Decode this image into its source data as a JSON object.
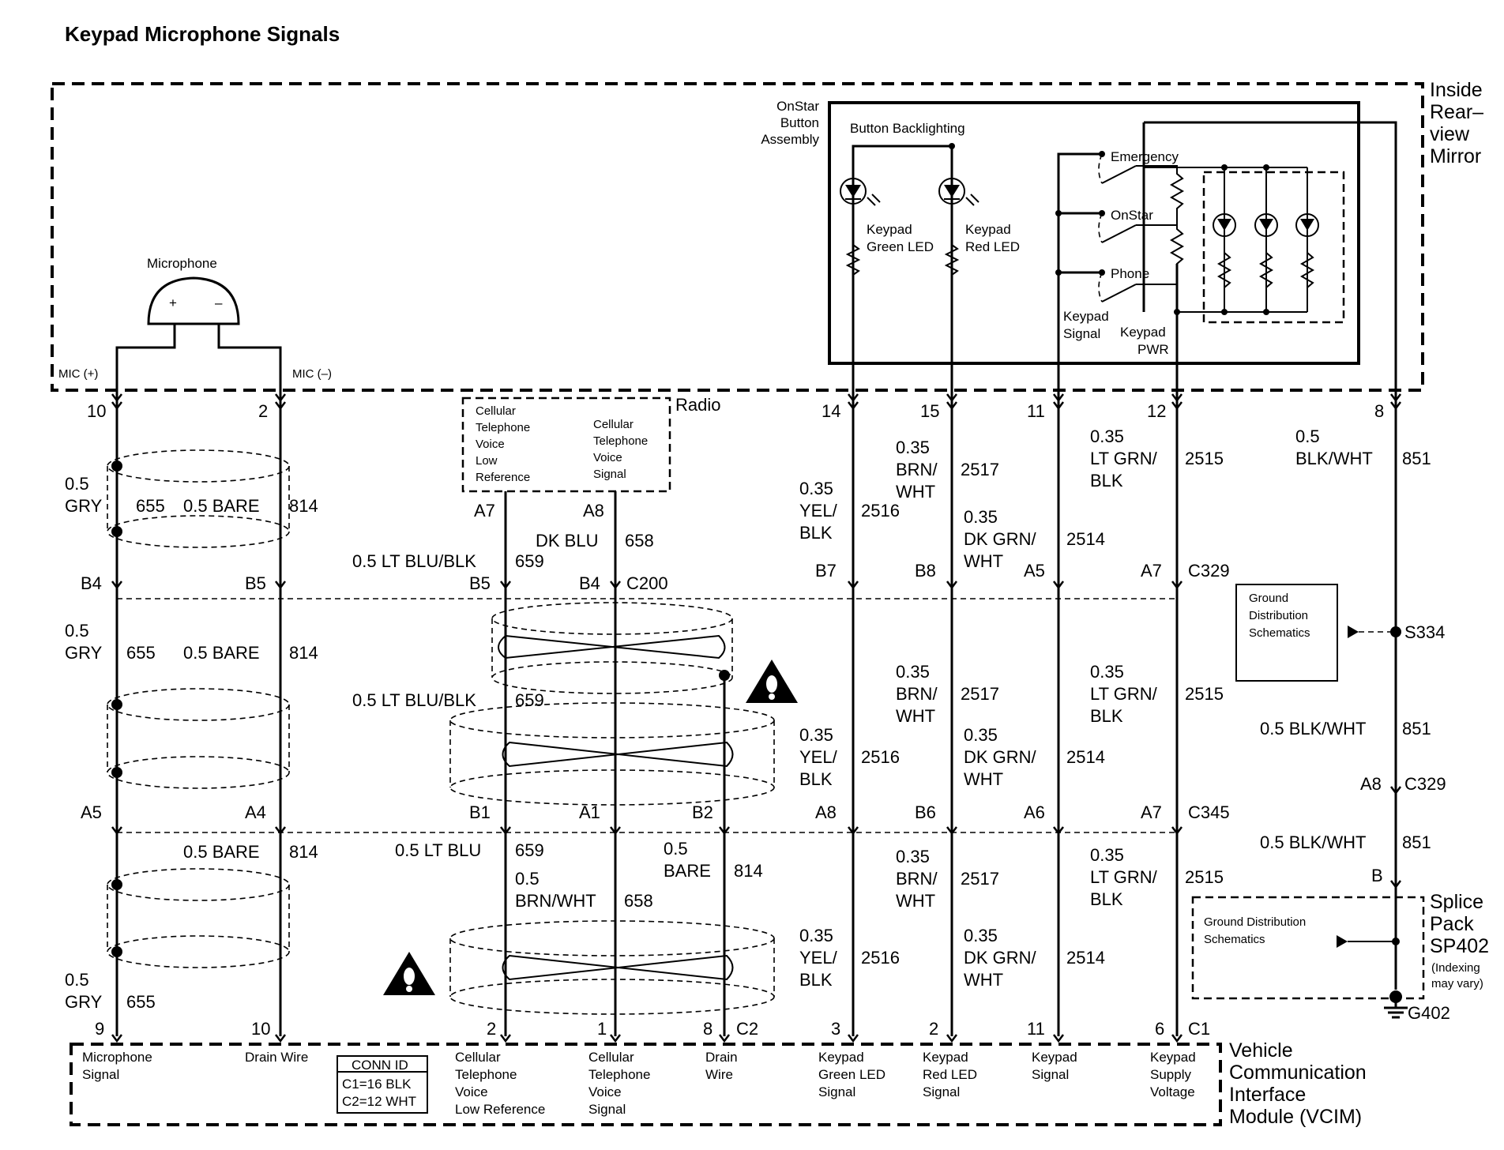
{
  "title": "Keypad Microphone Signals",
  "mirror": {
    "label_lines": [
      "Inside",
      "Rear–",
      "view",
      "Mirror"
    ],
    "mic_label": "Microphone",
    "mic_plus": "+",
    "mic_minus": "–",
    "mic_pos_pin": "MIC (+)",
    "mic_neg_pin": "MIC (–)",
    "onstar_assy_lines": [
      "OnStar",
      "Button",
      "Assembly"
    ],
    "backlighting": "Button Backlighting",
    "green_led_lines": [
      "Keypad",
      "Green LED"
    ],
    "red_led_lines": [
      "Keypad",
      "Red LED"
    ],
    "buttons": [
      "Emergency",
      "OnStar",
      "Phone"
    ],
    "keypad_signal_lines": [
      "Keypad",
      "Signal"
    ],
    "keypad_pwr_lines": [
      "Keypad",
      "PWR"
    ]
  },
  "mirror_pins": [
    "10",
    "2",
    "14",
    "15",
    "11",
    "12",
    "8"
  ],
  "radio": {
    "label": "Radio",
    "low_ref_lines": [
      "Cellular",
      "Telephone",
      "Voice",
      "Low",
      "Reference"
    ],
    "signal_lines": [
      "Cellular",
      "Telephone",
      "Voice",
      "Signal"
    ],
    "pins": [
      "A7",
      "A8"
    ]
  },
  "wires_top": {
    "gry_lines": [
      "0.5",
      "GRY"
    ],
    "gry_circuit": "655",
    "bare": "0.5 BARE",
    "bare_circuit": "814",
    "dk_blu": "DK BLU",
    "dk_blu_circuit": "658",
    "lt_blu_blk": "0.5 LT BLU/BLK",
    "lt_blu_blk_circuit": "659",
    "yel_blk_lines": [
      "0.35",
      "YEL/",
      "BLK"
    ],
    "yel_blk_circuit": "2516",
    "brn_wht_lines": [
      "0.35",
      "BRN/",
      "WHT"
    ],
    "brn_wht_circuit": "2517",
    "dk_grn_wht_lines": [
      "0.35",
      "DK GRN/",
      "WHT"
    ],
    "dk_grn_wht_circuit": "2514",
    "lt_grn_blk_lines": [
      "0.35",
      "LT GRN/",
      "BLK"
    ],
    "lt_grn_blk_circuit": "2515",
    "blk_wht_lines": [
      "0.5",
      "BLK/WHT"
    ],
    "blk_wht_circuit": "851"
  },
  "c200": {
    "name": "C200",
    "pins": [
      "B4",
      "B5",
      "B5",
      "B4",
      "B7",
      "B8",
      "A5",
      "A7"
    ],
    "c329_name": "C329"
  },
  "wires_mid": {
    "gry_lines": [
      "0.5",
      "GRY"
    ],
    "gry_circuit": "655",
    "bare": "0.5 BARE",
    "bare_circuit": "814",
    "lt_blu_blk": "0.5 LT BLU/BLK",
    "lt_blu_blk_circuit": "659",
    "yel_blk_lines": [
      "0.35",
      "YEL/",
      "BLK"
    ],
    "yel_blk_circuit": "2516",
    "brn_wht_lines": [
      "0.35",
      "BRN/",
      "WHT"
    ],
    "brn_wht_circuit": "2517",
    "dk_grn_wht_lines": [
      "0.35",
      "DK GRN/",
      "WHT"
    ],
    "dk_grn_wht_circuit": "2514",
    "lt_grn_blk_lines": [
      "0.35",
      "LT GRN/",
      "BLK"
    ],
    "lt_grn_blk_circuit": "2515",
    "blk_wht": "0.5 BLK/WHT",
    "blk_wht_circuit": "851"
  },
  "ground_box_lines": [
    "Ground",
    "Distribution",
    "Schematics"
  ],
  "splice_s334": "S334",
  "c329_a8": {
    "pin": "A8",
    "name": "C329"
  },
  "c345": {
    "name": "C345",
    "pins": [
      "A5",
      "A4",
      "B1",
      "A1",
      "B2",
      "A8",
      "B6",
      "A6",
      "A7"
    ]
  },
  "wires_low": {
    "bare": "0.5 BARE",
    "bare_circuit": "814",
    "lt_blu": "0.5 LT BLU",
    "lt_blu_circuit": "659",
    "brn_wht_658_lines": [
      "0.5",
      "BRN/WHT"
    ],
    "brn_wht_658_circuit": "658",
    "bare2_lines": [
      "0.5",
      "BARE"
    ],
    "bare2_circuit": "814",
    "gry_lines": [
      "0.5",
      "GRY"
    ],
    "gry_circuit": "655",
    "yel_blk_lines": [
      "0.35",
      "YEL/",
      "BLK"
    ],
    "yel_blk_circuit": "2516",
    "brn_wht_lines": [
      "0.35",
      "BRN/",
      "WHT"
    ],
    "brn_wht_circuit": "2517",
    "dk_grn_wht_lines": [
      "0.35",
      "DK GRN/",
      "WHT"
    ],
    "dk_grn_wht_circuit": "2514",
    "lt_grn_blk_lines": [
      "0.35",
      "LT GRN/",
      "BLK"
    ],
    "lt_grn_blk_circuit": "2515",
    "blk_wht": "0.5 BLK/WHT",
    "blk_wht_circuit": "851"
  },
  "splice_pack": {
    "pin": "B",
    "label_lines": [
      "Splice",
      "Pack",
      "SP402"
    ],
    "note_lines": [
      "(Indexing",
      "may vary)"
    ],
    "ground_lines": [
      "Ground Distribution",
      "Schematics"
    ],
    "ground_name": "G402"
  },
  "vcim": {
    "pins": [
      "9",
      "10",
      "2",
      "1",
      "8",
      "3",
      "2",
      "11",
      "6"
    ],
    "c2": "C2",
    "c1": "C1",
    "label_lines": [
      "Vehicle",
      "Communication",
      "Interface",
      "Module (VCIM)"
    ],
    "conn_id_title": "CONN ID",
    "conn_id_rows": [
      "C1=16 BLK",
      "C2=12 WHT"
    ],
    "descriptions": [
      [
        "Microphone",
        "Signal"
      ],
      [
        "Drain Wire"
      ],
      [
        "Cellular",
        "Telephone",
        "Voice",
        "Low Reference"
      ],
      [
        "Cellular",
        "Telephone",
        "Voice",
        "Signal"
      ],
      [
        "Drain",
        "Wire"
      ],
      [
        "Keypad",
        "Green LED",
        "Signal"
      ],
      [
        "Keypad",
        "Red LED",
        "Signal"
      ],
      [
        "Keypad",
        "Signal"
      ],
      [
        "Keypad",
        "Supply",
        "Voltage"
      ]
    ]
  }
}
